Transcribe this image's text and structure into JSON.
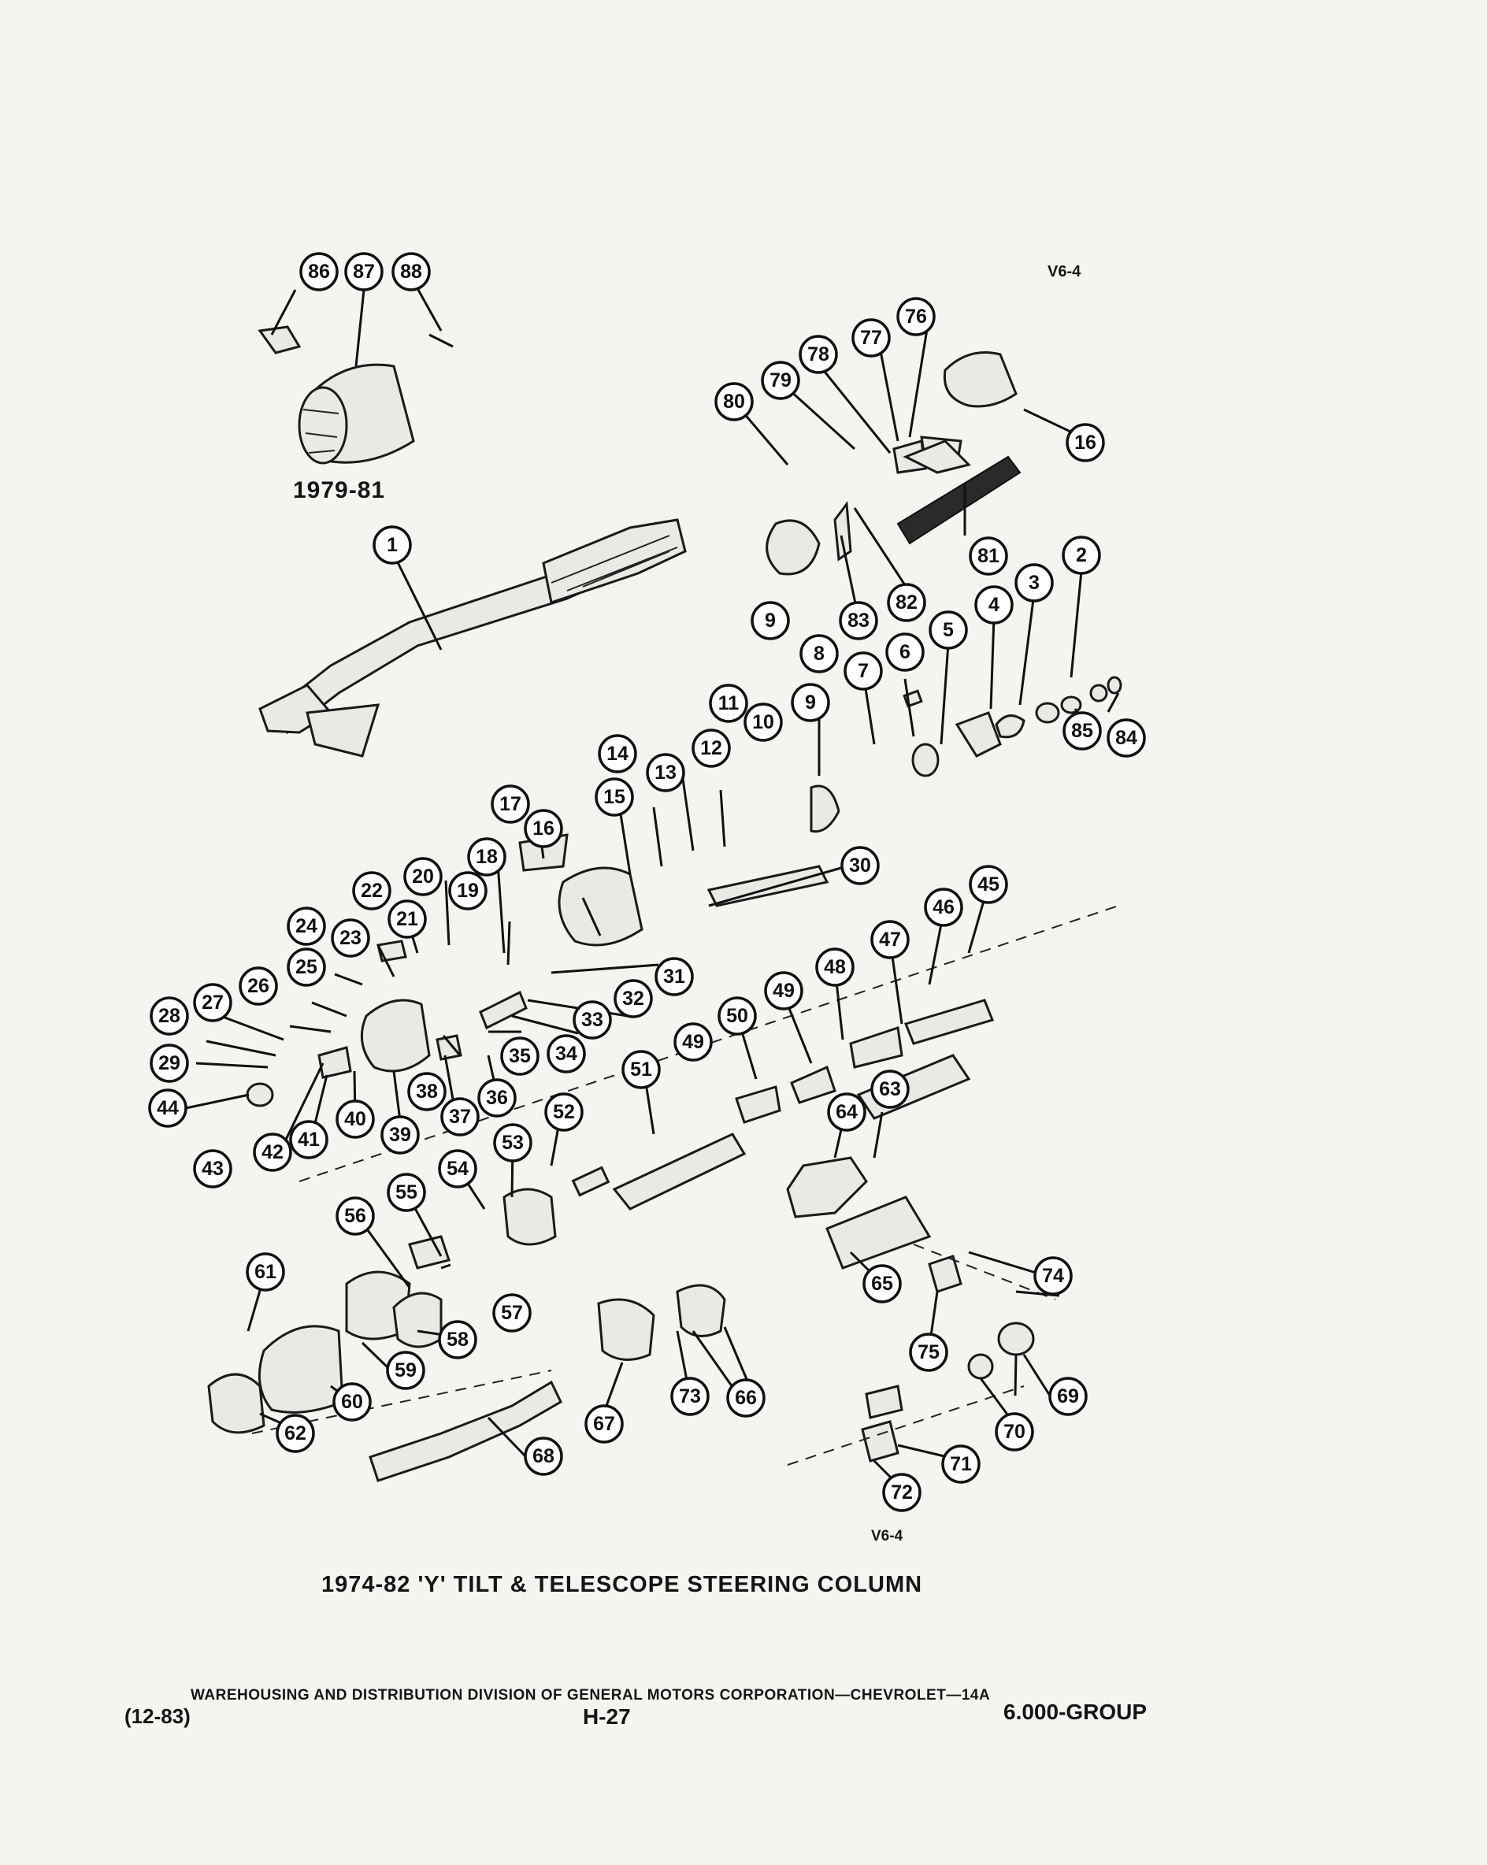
{
  "view_label_top": "V6-4",
  "view_label_bottom": "V6-4",
  "inset_year_label": "1979-81",
  "title": "1974-82 'Y' TILT & TELESCOPE STEERING COLUMN",
  "footer": {
    "publisher_line": "WAREHOUSING AND DISTRIBUTION DIVISION OF GENERAL MOTORS CORPORATION—CHEVROLET—14A",
    "date": "(12-83)",
    "page": "H-27",
    "group": "6.000-GROUP"
  },
  "callouts": [
    "1",
    "2",
    "3",
    "4",
    "5",
    "6",
    "7",
    "8",
    "9",
    "9",
    "10",
    "11",
    "12",
    "13",
    "14",
    "15",
    "16",
    "16",
    "17",
    "18",
    "19",
    "20",
    "21",
    "22",
    "23",
    "24",
    "25",
    "26",
    "27",
    "28",
    "29",
    "30",
    "31",
    "32",
    "33",
    "34",
    "35",
    "36",
    "37",
    "38",
    "39",
    "40",
    "41",
    "42",
    "43",
    "44",
    "45",
    "46",
    "47",
    "48",
    "49",
    "49",
    "50",
    "51",
    "52",
    "53",
    "54",
    "55",
    "56",
    "57",
    "58",
    "59",
    "60",
    "61",
    "62",
    "63",
    "64",
    "65",
    "66",
    "67",
    "68",
    "69",
    "70",
    "71",
    "72",
    "73",
    "74",
    "75",
    "76",
    "77",
    "78",
    "79",
    "80",
    "81",
    "82",
    "83",
    "84",
    "85",
    "86",
    "87",
    "88"
  ],
  "colors": {
    "paper": "#f4f4f1",
    "ink": "#111111"
  }
}
